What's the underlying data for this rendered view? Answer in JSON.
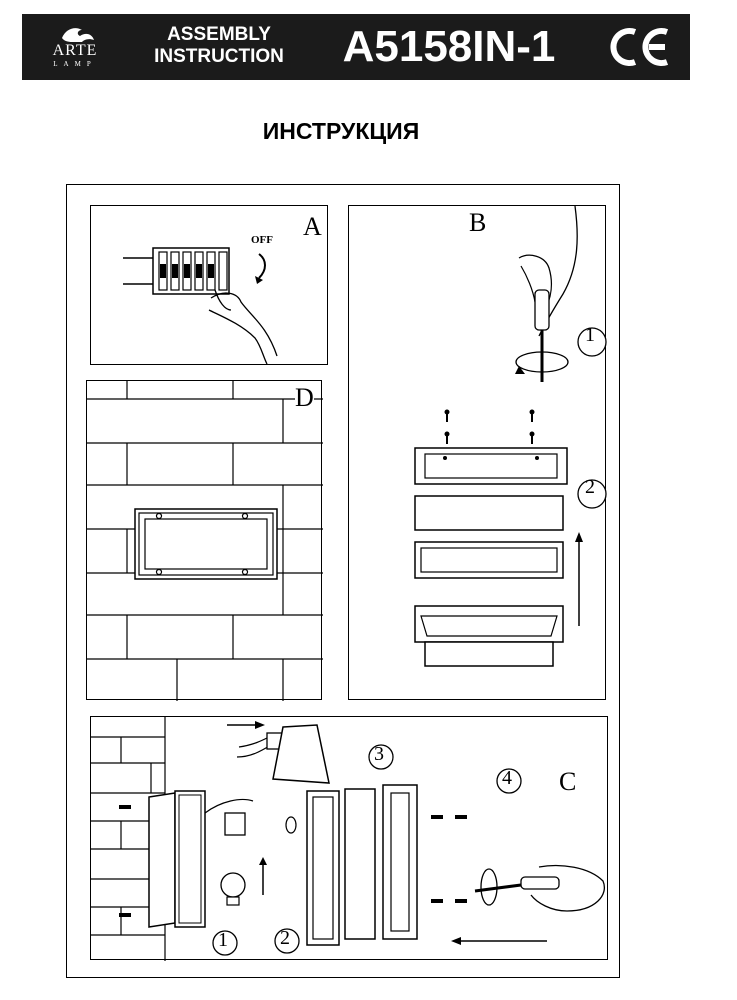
{
  "header": {
    "brand_main": "ARTE",
    "brand_sub": "LAMP",
    "doc_type_line1": "ASSEMBLY",
    "doc_type_line2": "INSTRUCTION",
    "model": "A5158IN-1",
    "cert_mark": "CE"
  },
  "title": "ИНСТРУКЦИЯ",
  "panels": {
    "a": {
      "label": "A",
      "switch_label": "OFF"
    },
    "b": {
      "label": "B",
      "step1": "1",
      "step2": "2"
    },
    "d": {
      "label": "D"
    },
    "c": {
      "label": "C",
      "step1": "1",
      "step2": "2",
      "step3": "3",
      "step4": "4"
    }
  }
}
